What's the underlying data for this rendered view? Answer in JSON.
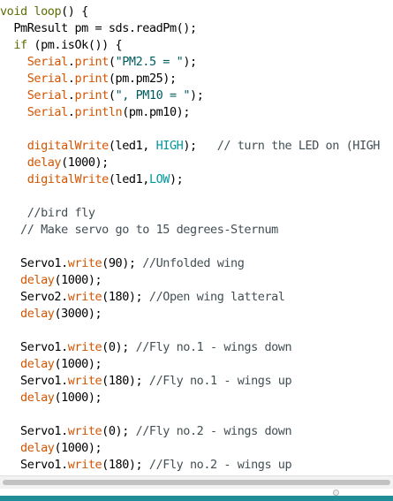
{
  "colors": {
    "default": "#000000",
    "keyword": "#5e6d03",
    "function": "#d35400",
    "string": "#005c5f",
    "constant": "#00979c",
    "comment": "#434f54",
    "accent_bar": "#1f8e96"
  },
  "code_lines": [
    [
      {
        "t": "void",
        "c": "keyword"
      },
      {
        "t": " "
      },
      {
        "t": "loop",
        "c": "keyword"
      },
      {
        "t": "() {"
      }
    ],
    [
      {
        "t": "  PmResult pm = sds.readPm();"
      }
    ],
    [
      {
        "t": "  "
      },
      {
        "t": "if",
        "c": "keyword"
      },
      {
        "t": " (pm.isOk()) {"
      }
    ],
    [
      {
        "t": "    "
      },
      {
        "t": "Serial",
        "c": "function"
      },
      {
        "t": "."
      },
      {
        "t": "print",
        "c": "function"
      },
      {
        "t": "("
      },
      {
        "t": "\"PM2.5 = \"",
        "c": "string"
      },
      {
        "t": ");"
      }
    ],
    [
      {
        "t": "    "
      },
      {
        "t": "Serial",
        "c": "function"
      },
      {
        "t": "."
      },
      {
        "t": "print",
        "c": "function"
      },
      {
        "t": "(pm.pm25);"
      }
    ],
    [
      {
        "t": "    "
      },
      {
        "t": "Serial",
        "c": "function"
      },
      {
        "t": "."
      },
      {
        "t": "print",
        "c": "function"
      },
      {
        "t": "("
      },
      {
        "t": "\", PM10 = \"",
        "c": "string"
      },
      {
        "t": ");"
      }
    ],
    [
      {
        "t": "    "
      },
      {
        "t": "Serial",
        "c": "function"
      },
      {
        "t": "."
      },
      {
        "t": "println",
        "c": "function"
      },
      {
        "t": "(pm.pm10);"
      }
    ],
    [
      {
        "t": ""
      }
    ],
    [
      {
        "t": "    "
      },
      {
        "t": "digitalWrite",
        "c": "function"
      },
      {
        "t": "(led1, "
      },
      {
        "t": "HIGH",
        "c": "constant"
      },
      {
        "t": ");   "
      },
      {
        "t": "// turn the LED on (HIGH",
        "c": "comment"
      }
    ],
    [
      {
        "t": "    "
      },
      {
        "t": "delay",
        "c": "function"
      },
      {
        "t": "(1000);"
      }
    ],
    [
      {
        "t": "    "
      },
      {
        "t": "digitalWrite",
        "c": "function"
      },
      {
        "t": "(led1,"
      },
      {
        "t": "LOW",
        "c": "constant"
      },
      {
        "t": ");"
      }
    ],
    [
      {
        "t": ""
      }
    ],
    [
      {
        "t": "    "
      },
      {
        "t": "//bird fly",
        "c": "comment"
      }
    ],
    [
      {
        "t": "   "
      },
      {
        "t": "// Make servo go to 15 degrees-Sternum",
        "c": "comment"
      }
    ],
    [
      {
        "t": ""
      }
    ],
    [
      {
        "t": "   Servo1."
      },
      {
        "t": "write",
        "c": "function"
      },
      {
        "t": "(90); "
      },
      {
        "t": "//Unfolded wing",
        "c": "comment"
      }
    ],
    [
      {
        "t": "   "
      },
      {
        "t": "delay",
        "c": "function"
      },
      {
        "t": "(1000);"
      }
    ],
    [
      {
        "t": "   Servo2."
      },
      {
        "t": "write",
        "c": "function"
      },
      {
        "t": "(180); "
      },
      {
        "t": "//Open wing latteral",
        "c": "comment"
      }
    ],
    [
      {
        "t": "   "
      },
      {
        "t": "delay",
        "c": "function"
      },
      {
        "t": "(3000);"
      }
    ],
    [
      {
        "t": ""
      }
    ],
    [
      {
        "t": "   Servo1."
      },
      {
        "t": "write",
        "c": "function"
      },
      {
        "t": "(0); "
      },
      {
        "t": "//Fly no.1 - wings down",
        "c": "comment"
      }
    ],
    [
      {
        "t": "   "
      },
      {
        "t": "delay",
        "c": "function"
      },
      {
        "t": "(1000);"
      }
    ],
    [
      {
        "t": "   Servo1."
      },
      {
        "t": "write",
        "c": "function"
      },
      {
        "t": "(180); "
      },
      {
        "t": "//Fly no.1 - wings up",
        "c": "comment"
      }
    ],
    [
      {
        "t": "   "
      },
      {
        "t": "delay",
        "c": "function"
      },
      {
        "t": "(1000);"
      }
    ],
    [
      {
        "t": ""
      }
    ],
    [
      {
        "t": "   Servo1."
      },
      {
        "t": "write",
        "c": "function"
      },
      {
        "t": "(0); "
      },
      {
        "t": "//Fly no.2 - wings down",
        "c": "comment"
      }
    ],
    [
      {
        "t": "   "
      },
      {
        "t": "delay",
        "c": "function"
      },
      {
        "t": "(1000);"
      }
    ],
    [
      {
        "t": "   Servo1."
      },
      {
        "t": "write",
        "c": "function"
      },
      {
        "t": "(180); "
      },
      {
        "t": "//Fly no.2 - wings up",
        "c": "comment"
      }
    ]
  ]
}
